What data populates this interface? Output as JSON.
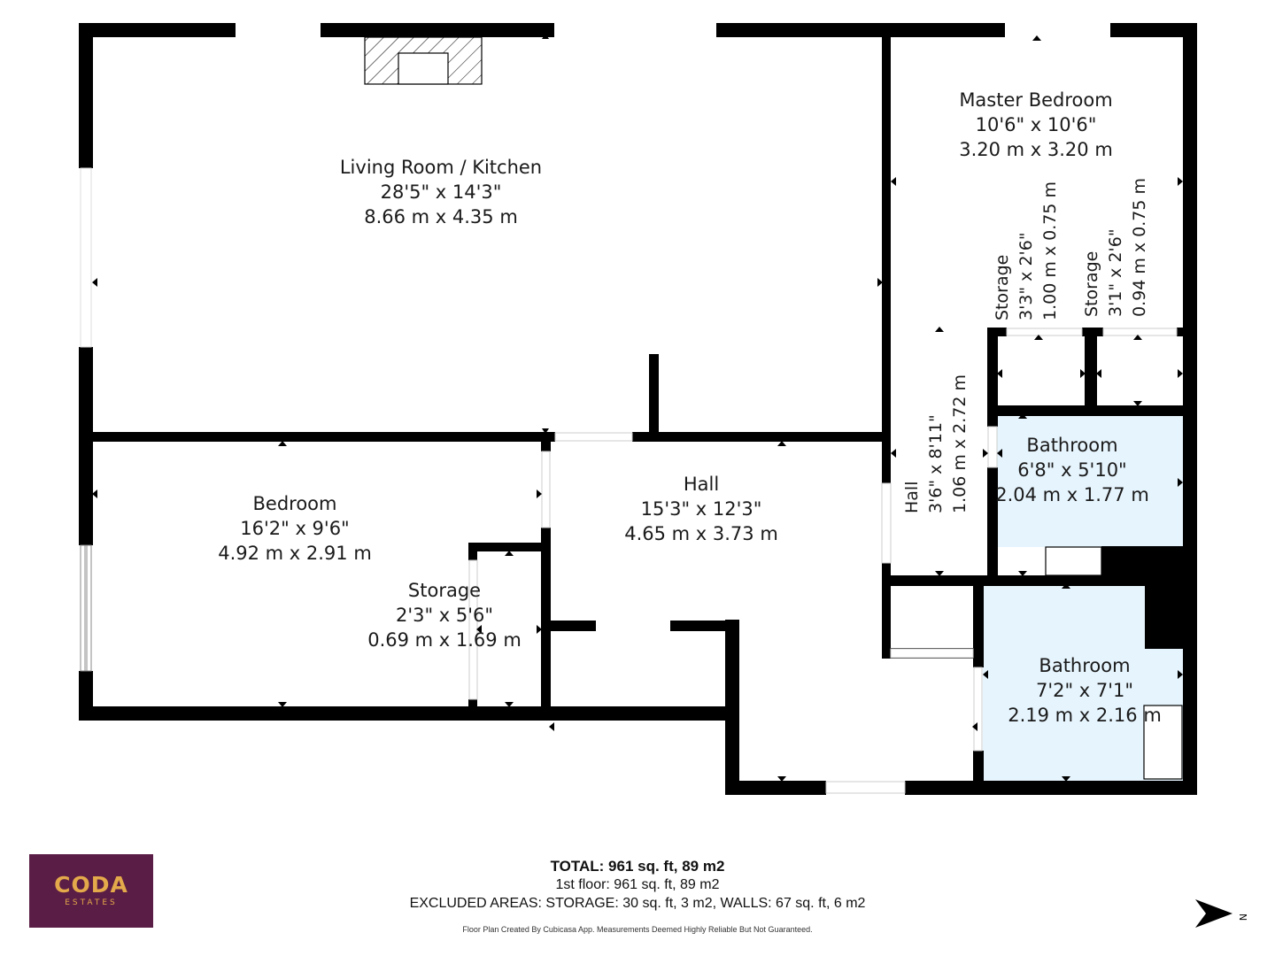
{
  "rooms": {
    "living": {
      "name": "Living Room / Kitchen",
      "imperial": "28'5\" x 14'3\"",
      "metric": "8.66 m x 4.35 m"
    },
    "master_bedroom": {
      "name": "Master Bedroom",
      "imperial": "10'6\" x 10'6\"",
      "metric": "3.20 m x 3.20 m"
    },
    "storage_1": {
      "name": "Storage",
      "imperial": "3'3\" x 2'6\"",
      "metric": "1.00 m x 0.75 m"
    },
    "storage_2": {
      "name": "Storage",
      "imperial": "3'1\" x 2'6\"",
      "metric": "0.94 m x 0.75 m"
    },
    "hall_narrow": {
      "name": "Hall",
      "imperial": "3'6\" x 8'11\"",
      "metric": "1.06 m x 2.72 m"
    },
    "bathroom_1": {
      "name": "Bathroom",
      "imperial": "6'8\" x 5'10\"",
      "metric": "2.04 m x 1.77 m"
    },
    "bedroom": {
      "name": "Bedroom",
      "imperial": "16'2\" x 9'6\"",
      "metric": "4.92 m x 2.91 m"
    },
    "hall": {
      "name": "Hall",
      "imperial": "15'3\" x 12'3\"",
      "metric": "4.65 m x 3.73 m"
    },
    "storage_3": {
      "name": "Storage",
      "imperial": "2'3\" x 5'6\"",
      "metric": "0.69 m x 1.69 m"
    },
    "bathroom_2": {
      "name": "Bathroom",
      "imperial": "7'2\" x 7'1\"",
      "metric": "2.19 m x 2.16 m"
    }
  },
  "summary": {
    "total": "TOTAL: 961 sq. ft, 89 m2",
    "floor": "1st floor: 961 sq. ft, 89 m2",
    "excluded": "EXCLUDED AREAS: STORAGE: 30 sq. ft, 3 m2, WALLS: 67 sq. ft, 6 m2"
  },
  "credit": "Floor Plan Created By Cubicasa App. Measurements Deemed Highly Reliable But Not Guaranteed.",
  "logo": {
    "name": "CODA",
    "sub": "ESTATES"
  },
  "compass": {
    "label": "N"
  },
  "colors": {
    "wall": "#000000",
    "bathroom_fill": "#e6f4fd",
    "logo_bg": "#5a1d45",
    "logo_text": "#e3a94a"
  }
}
